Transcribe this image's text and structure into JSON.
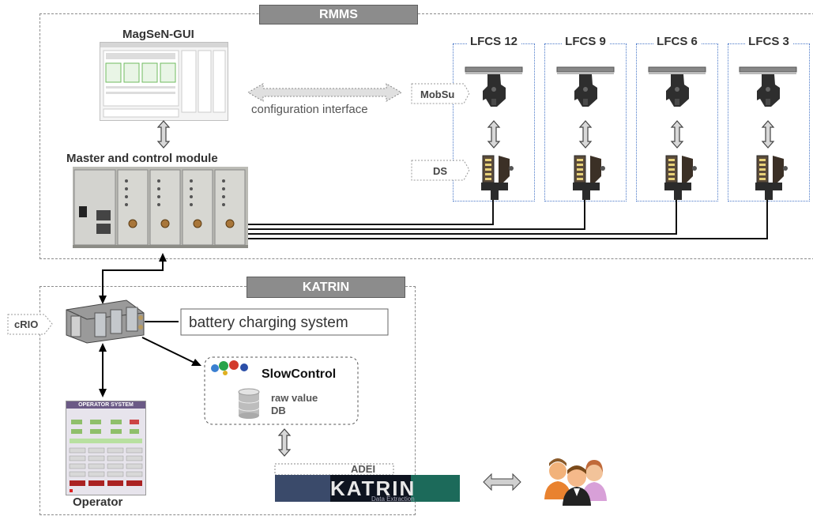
{
  "rmms": {
    "title": "RMMS"
  },
  "katrin": {
    "title": "KATRIN"
  },
  "gui": {
    "label": "MagSeN-GUI"
  },
  "config": {
    "label": "configuration interface"
  },
  "master": {
    "label": "Master and control module"
  },
  "tags": {
    "mobsu": "MobSu",
    "ds": "DS",
    "crio": "cRIO"
  },
  "lfcs": [
    {
      "label": "LFCS 12"
    },
    {
      "label": "LFCS 9"
    },
    {
      "label": "LFCS 6"
    },
    {
      "label": "LFCS 3"
    }
  ],
  "battery": {
    "label": "battery charging system"
  },
  "slow": {
    "title": "SlowControl",
    "db_line1": "raw value",
    "db_line2": "DB"
  },
  "adei": {
    "label": "ADEI",
    "logo_text": "KATRIN",
    "logo_sub": "Data Extraction"
  },
  "operator": {
    "label": "Operator",
    "panel_title": "OPERATOR SYSTEM"
  },
  "colors": {
    "header_bg": "#8c8c8c",
    "lfcs_border": "#4a78c8",
    "arrow_fill": "#d8d8d8"
  }
}
